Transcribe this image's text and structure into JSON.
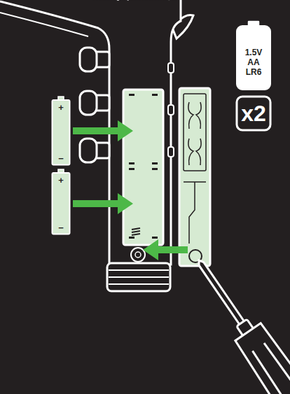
{
  "diagram": {
    "nodes": [
      {
        "text": [
          "1.5V AA LR6"
        ]
      },
      {
        "text": [
          "x2"
        ]
      },
      {
        "text": [
          "+",
          "−"
        ]
      },
      {
        "text": [
          "+",
          "−"
        ]
      }
    ]
  }
}
